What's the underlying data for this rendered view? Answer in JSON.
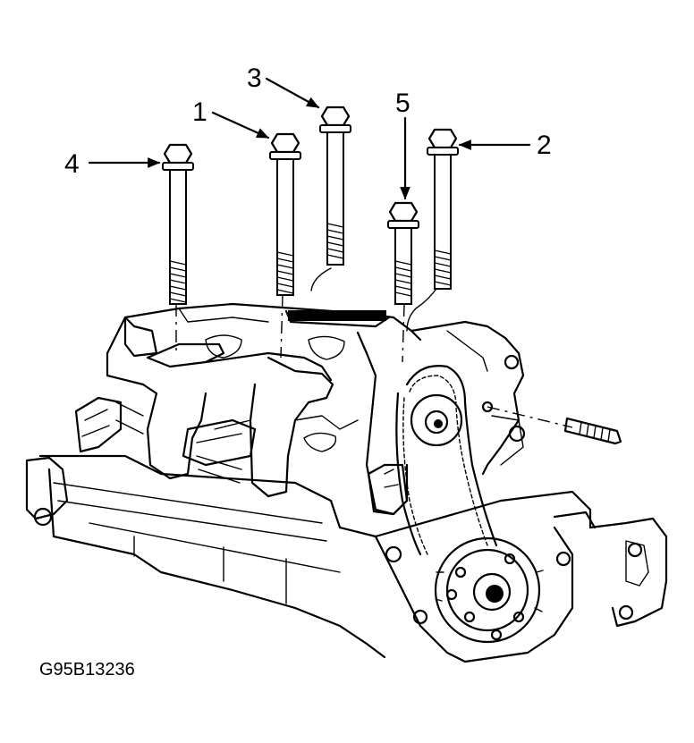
{
  "figure": {
    "id_label": "G95B13236",
    "subject": "engine-block-with-camshaft-bearing-cap-bolts"
  },
  "callouts": [
    {
      "label": "1",
      "ref": "bolt-1"
    },
    {
      "label": "2",
      "ref": "bolt-2"
    },
    {
      "label": "3",
      "ref": "bolt-3"
    },
    {
      "label": "4",
      "ref": "bolt-4"
    },
    {
      "label": "5",
      "ref": "bolt-5"
    }
  ],
  "colors": {
    "ink": "#000000",
    "paper": "#ffffff"
  }
}
